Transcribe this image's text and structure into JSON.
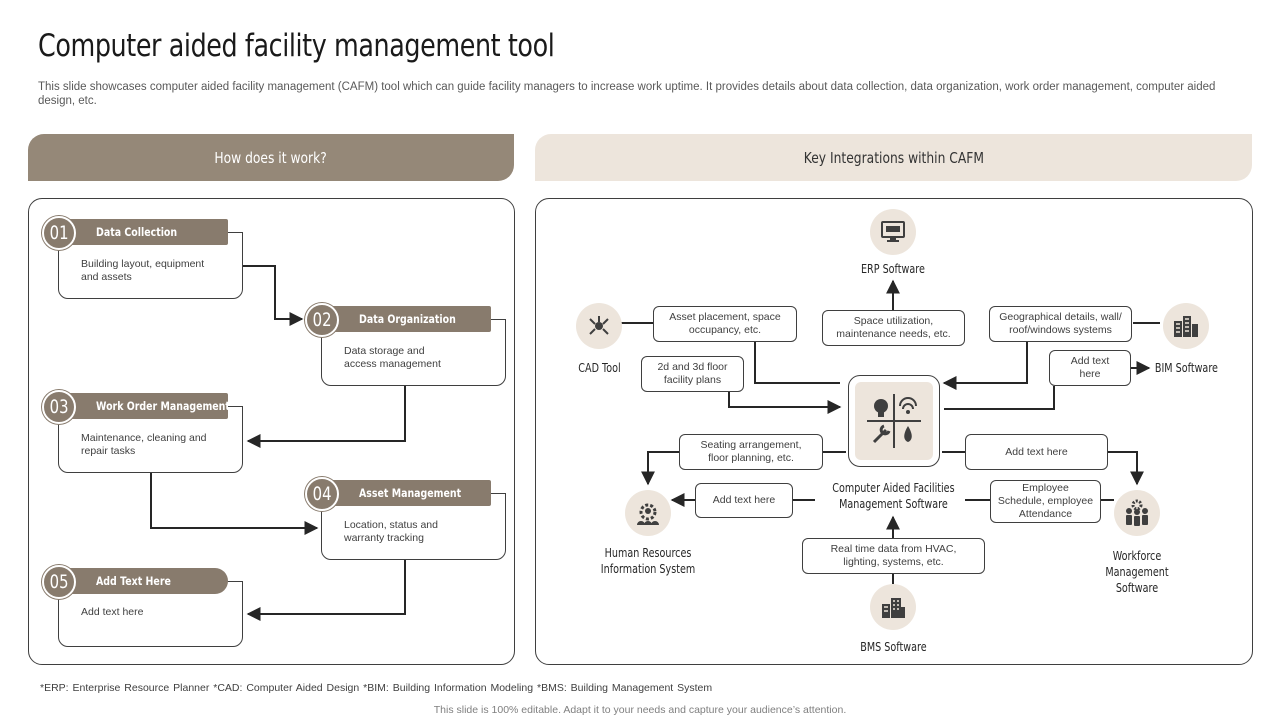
{
  "title": "Computer aided facility management tool",
  "subtitle": "This slide showcases computer aided facility management (CAFM) tool which can guide facility managers to increase work uptime. It provides details about data collection, data organization, work order management, computer aided design, etc.",
  "left_header": "How does it work?",
  "right_header": "Key Integrations within CAFM",
  "steps": [
    {
      "num": "01",
      "title": "Data Collection",
      "desc": "Building layout, equipment\nand assets"
    },
    {
      "num": "02",
      "title": "Data Organization",
      "desc": "Data storage and\naccess management"
    },
    {
      "num": "03",
      "title": "Work Order Management",
      "desc": "Maintenance, cleaning and\nrepair tasks"
    },
    {
      "num": "04",
      "title": "Asset Management",
      "desc": "Location, status and\nwarranty tracking"
    },
    {
      "num": "05",
      "title": "Add Text Here",
      "desc": "Add text here"
    }
  ],
  "integrations": {
    "erp": "ERP Software",
    "cad": "CAD Tool",
    "bim": "BIM Software",
    "hris": "Human Resources\nInformation System",
    "wfm": "Workforce\nManagement Software",
    "bms": "BMS Software",
    "center": "Computer Aided Facilities\nManagement Software"
  },
  "boxes": {
    "erp_text": "Space utilization,\nmaintenance needs, etc.",
    "cad_text1": "Asset placement, space\noccupancy, etc.",
    "cad_text2": "2d and 3d floor\nfacility plans",
    "bim_text1": "Geographical details, wall/\nroof/windows systems",
    "bim_text2": "Add text\nhere",
    "hris_text1": "Seating arrangement,\nfloor planning, etc.",
    "hris_text2": "Add text here",
    "wfm_text1": "Add text here",
    "wfm_text2": "Employee\nSchedule, employee\nAttendance",
    "bms_text": "Real time data from HVAC,\nlighting, systems, etc."
  },
  "footnote": "*ERP:  Enterprise Resource Planner *CAD: Computer Aided Design *BIM:  Building Information Modeling *BMS:  Building Management System",
  "bottom_note": "This slide is 100% editable. Adapt it to your needs and capture your audience’s attention.",
  "colors": {
    "accent": "#887b6d",
    "header_dark": "#958878",
    "header_light": "#ede5dc",
    "line": "#262626"
  }
}
